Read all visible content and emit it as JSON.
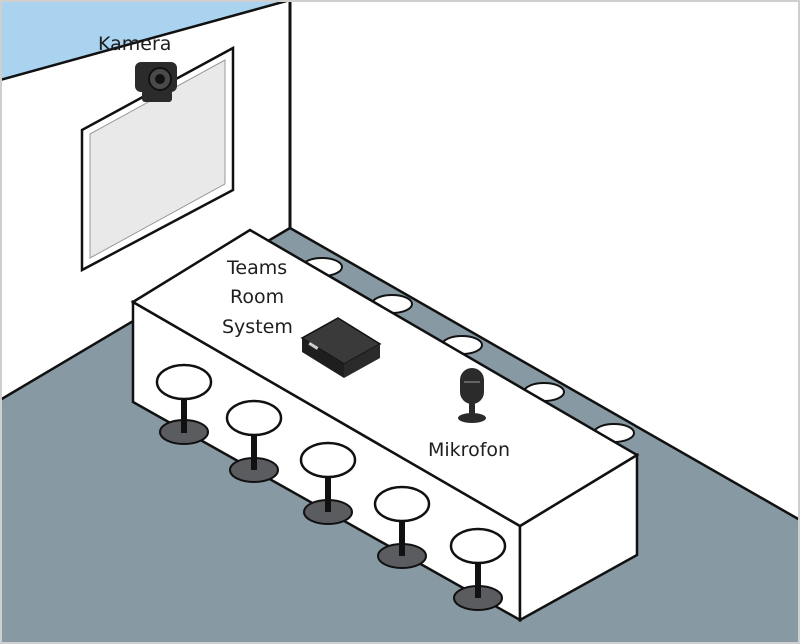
{
  "labels": {
    "camera": "Kamera",
    "teams_room": [
      "Teams",
      "Room",
      "System"
    ],
    "microphone": "Mikrofon"
  },
  "colors": {
    "background": "#a9d3ef",
    "floor": "#8799a3",
    "wall": "#ffffff",
    "outline": "#111111",
    "screen": "#e9e9e9",
    "stool_shadow": "#5a5c60",
    "device": "#2b2b2b"
  },
  "icons": [
    "camera-icon",
    "microphone-icon",
    "teams-room-device-icon"
  ]
}
